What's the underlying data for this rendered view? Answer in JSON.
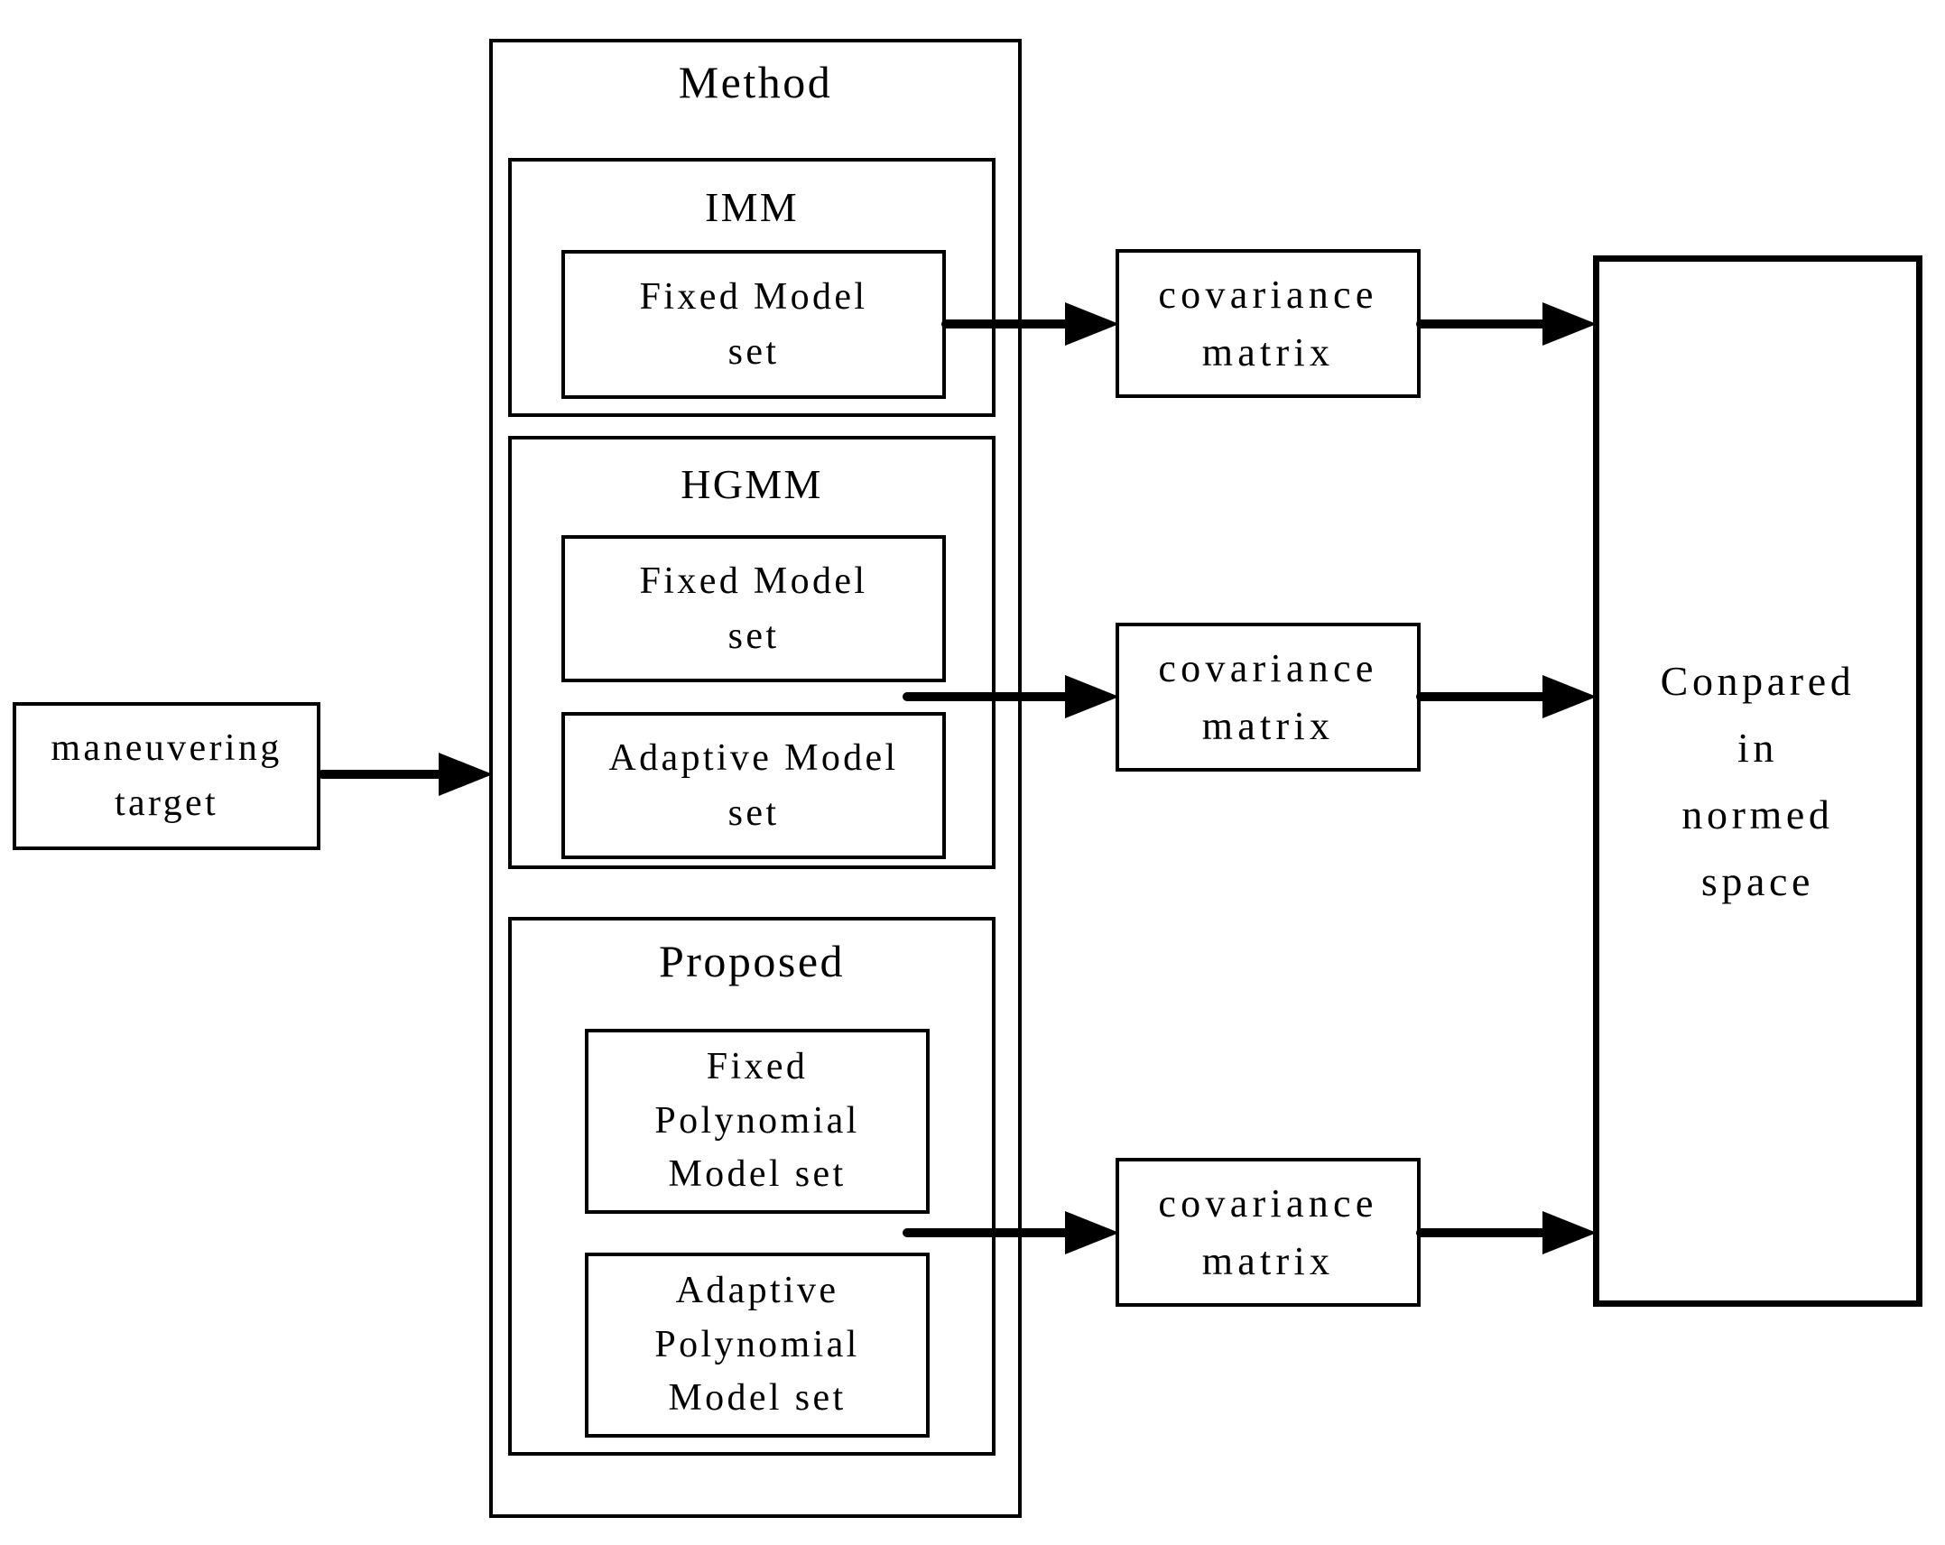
{
  "colors": {
    "stroke": "#000000",
    "background": "#ffffff"
  },
  "nodes": {
    "maneuvering_target": {
      "label": "maneuvering\ntarget"
    },
    "method": {
      "title": "Method",
      "imm": {
        "title": "IMM",
        "fixed_model_set": "Fixed Model\nset"
      },
      "hgmm": {
        "title": "HGMM",
        "fixed_model_set": "Fixed Model\nset",
        "adaptive_model_set": "Adaptive Model\nset"
      },
      "proposed": {
        "title": "Proposed",
        "fixed_polynomial_model_set": "Fixed\nPolynomial\nModel set",
        "adaptive_polynomial_model_set": "Adaptive\nPolynomial\nModel set"
      }
    },
    "covariance_imm": {
      "label": "covariance\nmatrix"
    },
    "covariance_hgmm": {
      "label": "covariance\nmatrix"
    },
    "covariance_proposed": {
      "label": "covariance\nmatrix"
    },
    "compared": {
      "label": "Conpared\nin\nnormed\nspace"
    }
  }
}
